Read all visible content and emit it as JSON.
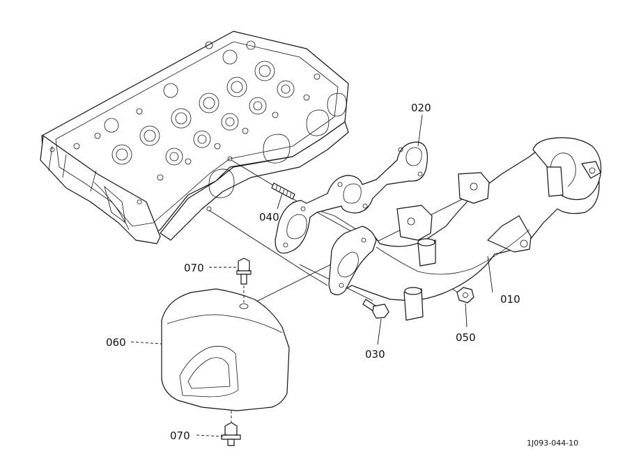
{
  "callouts": {
    "c010": "010",
    "c020": "020",
    "c030": "030",
    "c040": "040",
    "c050": "050",
    "c060": "060",
    "c070a": "070",
    "c070b": "070"
  },
  "figure_ref": "1J093-044-10"
}
